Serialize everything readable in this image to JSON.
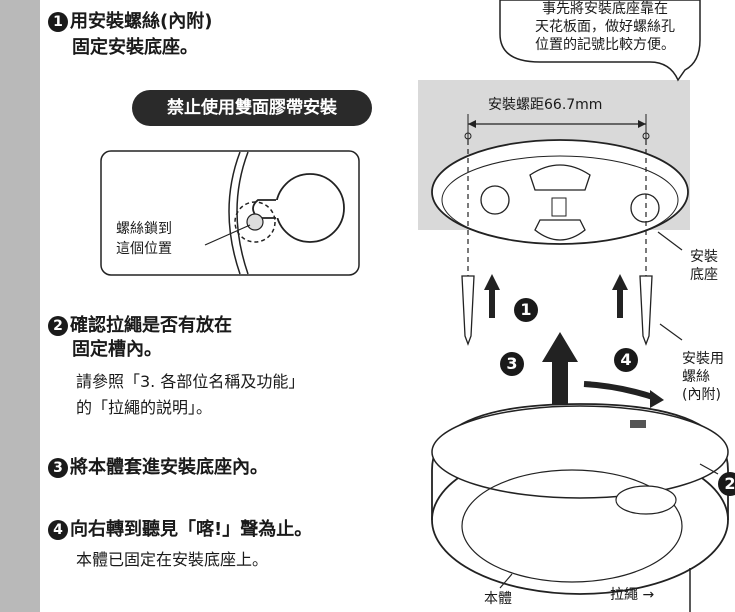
{
  "steps": [
    {
      "num": "1",
      "title_line1": "用安裝螺絲(內附)",
      "title_line2": "固定安裝底座。"
    },
    {
      "num": "2",
      "title_line1": "確認拉繩是否有放在",
      "title_line2": "固定槽內。",
      "body_line1": "請參照「3. 各部位名稱及功能」",
      "body_line2": "的「拉繩的説明」。"
    },
    {
      "num": "3",
      "title_line1": "將本體套進安裝底座內。"
    },
    {
      "num": "4",
      "title_line1": "向右轉到聽見「喀!」聲為止。",
      "body_line1": "本體已固定在安裝底座上。"
    }
  ],
  "banner": "禁止使用雙面膠帶安裝",
  "detail_label_line1": "螺絲鎖到",
  "detail_label_line2": "這個位置",
  "callout_line1": "事先將安裝底座靠在",
  "callout_line2": "天花板面，做好螺絲孔",
  "callout_line3": "位置的記號比較方便。",
  "dimension_label": "安裝螺距66.7mm",
  "labels": {
    "base_line1": "安裝",
    "base_line2": "底座",
    "screw_line1": "安裝用",
    "screw_line2": "螺絲",
    "screw_line3": "(內附)",
    "body": "本體",
    "cord": "拉繩 →"
  },
  "arrow_nums": {
    "a1": "1",
    "a3": "3",
    "a4": "4",
    "edge": "2"
  }
}
